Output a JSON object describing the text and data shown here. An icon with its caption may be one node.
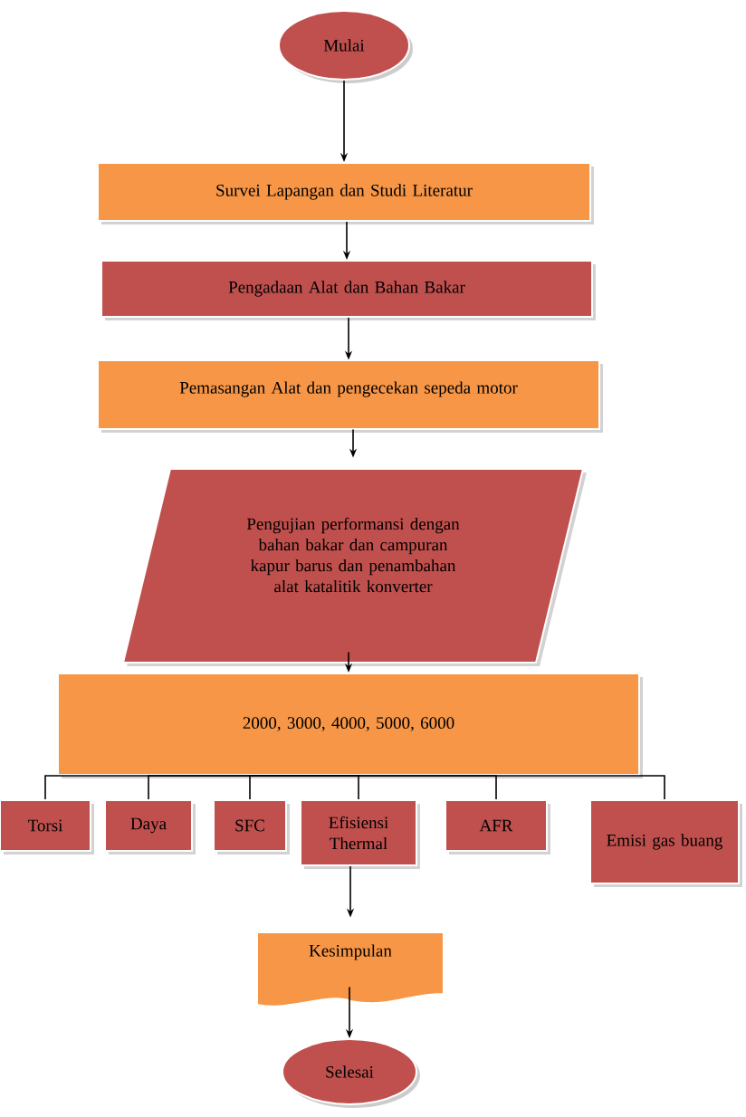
{
  "diagram": {
    "nodes": [
      {
        "text": [
          "Mulai"
        ]
      },
      {
        "text": [
          "Survei Lapangan dan Studi Literatur"
        ]
      },
      {
        "text": [
          "Pengadaan Alat dan Bahan Bakar"
        ]
      },
      {
        "text": [
          "Pemasangan Alat dan pengecekan sepeda motor"
        ]
      },
      {
        "text": [
          "Pengujian performansi dengan bahan bakar dan campuran kapur barus dan penambahan alat katalitik konverter"
        ]
      },
      {
        "text": [
          "2000, 3000, 4000, 5000, 6000"
        ]
      },
      {
        "text": [
          "Torsi"
        ]
      },
      {
        "text": [
          "Daya"
        ]
      },
      {
        "text": [
          "SFC"
        ]
      },
      {
        "text": [
          "Efisiensi Thermal"
        ]
      },
      {
        "text": [
          "AFR"
        ]
      },
      {
        "text": [
          "Emisi gas buang"
        ]
      },
      {
        "text": [
          "Kesimpulan"
        ]
      },
      {
        "text": [
          "Selesai"
        ]
      }
    ],
    "edges": [
      {
        "from": 0,
        "to": 1,
        "arrow": "to"
      },
      {
        "from": 1,
        "to": 2,
        "arrow": "to"
      },
      {
        "from": 2,
        "to": 3,
        "arrow": "to"
      },
      {
        "from": 3,
        "to": 4,
        "arrow": "to"
      },
      {
        "from": 4,
        "to": 5,
        "arrow": "to"
      },
      {
        "from": 5,
        "to": 6,
        "arrow": "none"
      },
      {
        "from": 5,
        "to": 7,
        "arrow": "none"
      },
      {
        "from": 5,
        "to": 8,
        "arrow": "none"
      },
      {
        "from": 5,
        "to": 9,
        "arrow": "none"
      },
      {
        "from": 5,
        "to": 10,
        "arrow": "none"
      },
      {
        "from": 5,
        "to": 11,
        "arrow": "none"
      },
      {
        "from": 9,
        "to": 12,
        "arrow": "to"
      },
      {
        "from": 12,
        "to": 13,
        "arrow": "to"
      }
    ]
  }
}
